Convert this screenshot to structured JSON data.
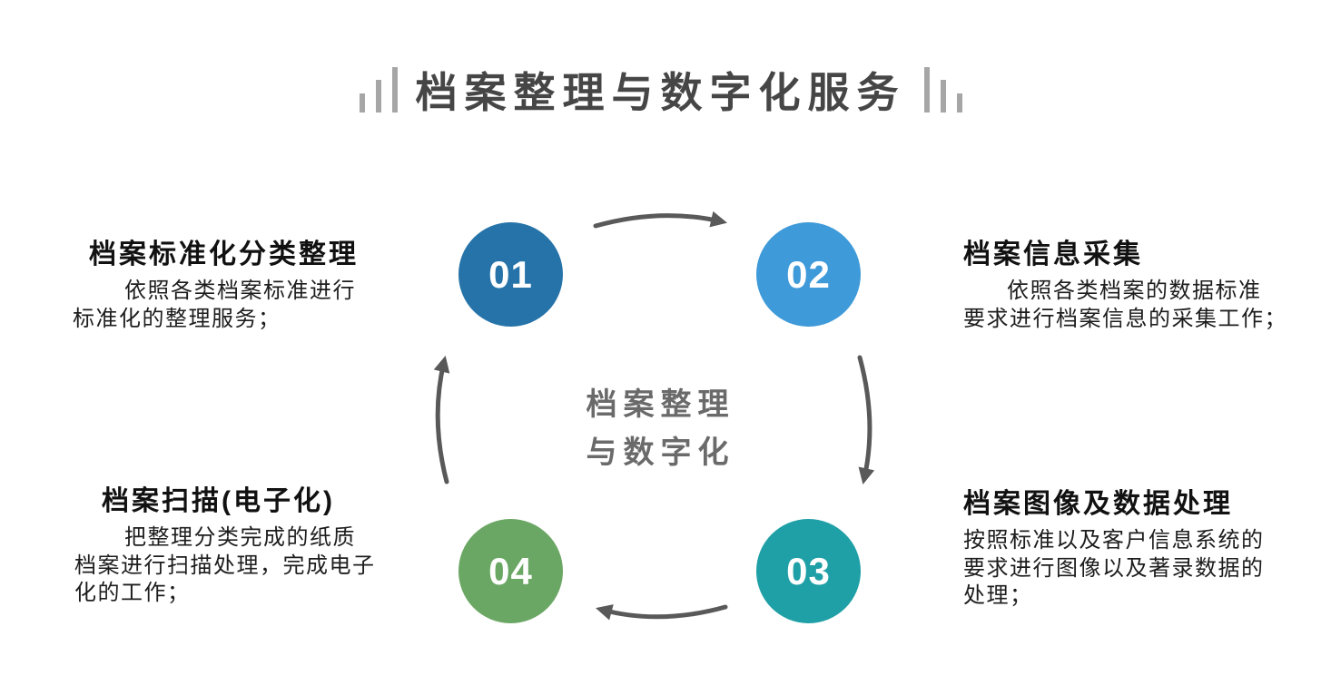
{
  "title": {
    "text": "档案整理与数字化服务"
  },
  "center_label": {
    "text": "档案整理\n与数字化"
  },
  "steps": [
    {
      "number": "01",
      "color": "#2673A9",
      "heading": "档案标准化分类整理",
      "body": "依照各类档案标准进行\n标准化的整理服务；"
    },
    {
      "number": "02",
      "color": "#3F9AD9",
      "heading": "档案信息采集",
      "body": "依照各类档案的数据标准\n要求进行档案信息的采集工作；"
    },
    {
      "number": "03",
      "color": "#1FA0A6",
      "heading": "档案图像及数据处理",
      "body": "按照标准以及客户信息系统的\n要求进行图像以及著录数据的\n处理；"
    },
    {
      "number": "04",
      "color": "#6BA764",
      "heading": "档案扫描(电子化)",
      "body": "把整理分类完成的纸质\n档案进行扫描处理，完成电子\n化的工作；"
    }
  ],
  "colors": {
    "title": "#464646",
    "bars": "#A6A6A6",
    "arrow": "#595959",
    "center_text": "#6A6A6A",
    "heading": "#111111",
    "body": "#1D1D1D",
    "number": "#FFFFFF",
    "background": "#FFFFFF"
  }
}
